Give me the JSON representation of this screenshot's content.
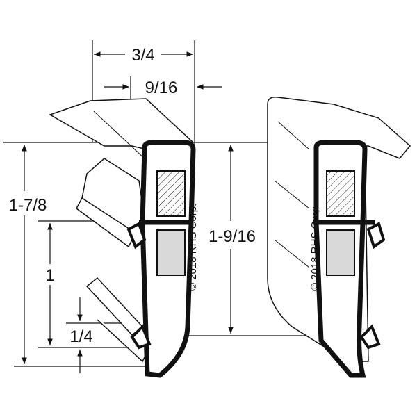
{
  "dimensions": {
    "width_overall": "3/4",
    "width_inner": "9/16",
    "height_overall": "1-7/8",
    "height_mid": "1",
    "height_small": "1/4",
    "height_gasket": "1-9/16"
  },
  "copyright": "© 2018 RHS Corp.",
  "colors": {
    "line": "#111111",
    "fill_gray": "#d9d9d9"
  }
}
